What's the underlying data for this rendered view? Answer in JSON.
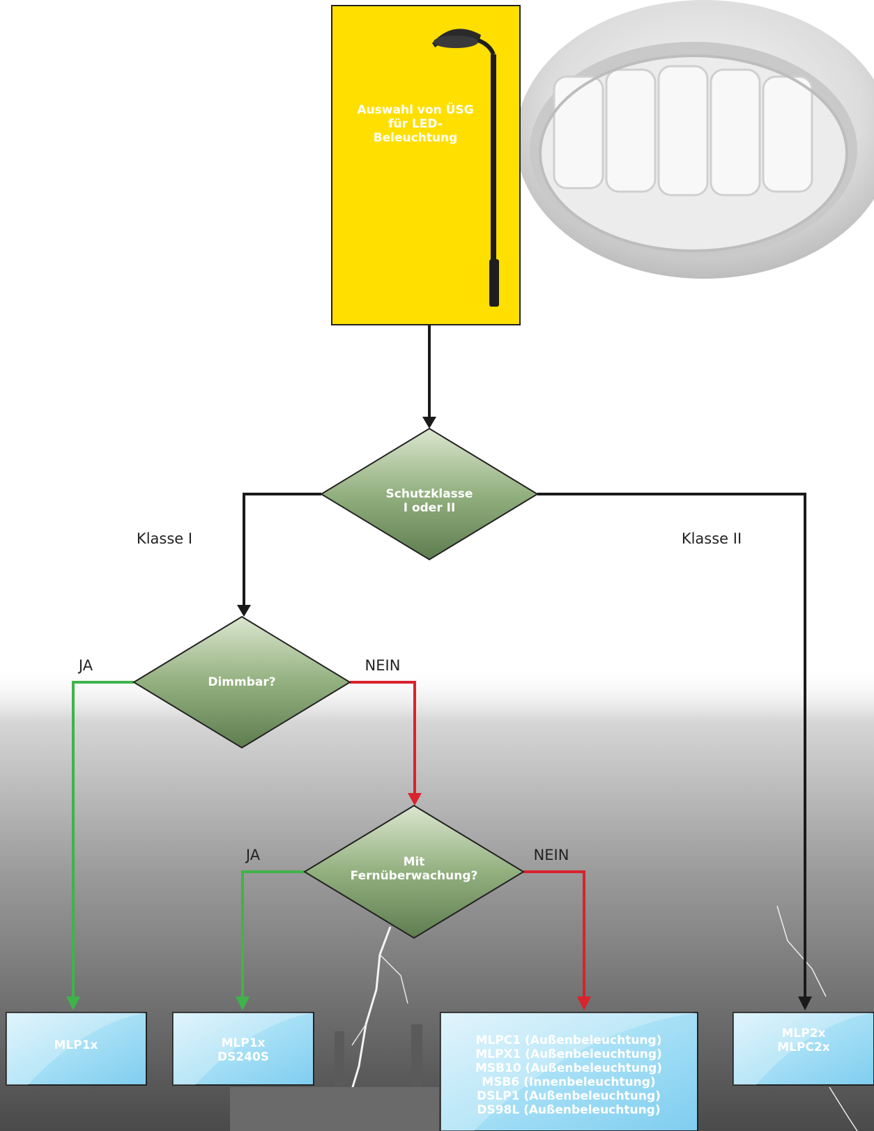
{
  "start": {
    "line1": "Auswahl von ÜSG",
    "line2": "für LED-",
    "line3": "Beleuchtung"
  },
  "decisions": {
    "schutzklasse": {
      "line1": "Schutzklasse",
      "line2": "I oder II"
    },
    "dimmbar": {
      "line1": "Dimmbar?"
    },
    "fernueberwachung": {
      "line1": "Mit",
      "line2": "Fernüberwachung?"
    }
  },
  "edge_labels": {
    "klasse1": "Klasse I",
    "klasse2": "Klasse II",
    "dimm_ja": "JA",
    "dimm_nein": "NEIN",
    "fern_ja": "JA",
    "fern_nein": "NEIN"
  },
  "results": {
    "mlp1x": {
      "line1": "MLP1x"
    },
    "mlp1x_ds240s": {
      "line1": "MLP1x",
      "line2": "DS240S"
    },
    "monitoring": {
      "line1": "MLPC1 (Außenbeleuchtung)",
      "line2": "MLPX1 (Außenbeleuchtung)",
      "line3": "MSB10 (Außenbeleuchtung)",
      "line4": "MSB6 (Innenbeleuchtung)",
      "line5": "DSLP1 (Außenbeleuchtung)",
      "line6": "DS98L (Außenbeleuchtung)"
    },
    "class2": {
      "line1": "MLP2x",
      "line2": "MLPC2x"
    }
  },
  "colors": {
    "start_fill": "#ffdf00",
    "decision_fill": "#6f8f5e",
    "result_fill": "#8fd6f2",
    "arrow_black": "#1a1a1a",
    "arrow_green": "#3fb34a",
    "arrow_red": "#d9232d"
  },
  "icons": [
    "street-lamp-icon",
    "led-luminaire-image",
    "lightning-storm-image"
  ]
}
